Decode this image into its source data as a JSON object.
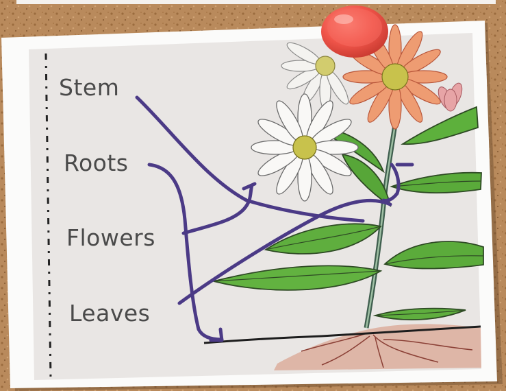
{
  "worksheet": {
    "labels": {
      "stem": "Stem",
      "roots": "Roots",
      "flowers": "Flowers",
      "leaves": "Leaves"
    }
  },
  "colors": {
    "corkboard": "#b98a5c",
    "paper": "#e9e6e4",
    "pushpin": "#f0554a",
    "marker_lines": "#4b3a86",
    "leaf_green": "#5fae3e",
    "flower_orange": "#ee9c72",
    "flower_center": "#c8c24c",
    "roots_fill": "#d9a693"
  },
  "icons": {
    "pin": "pushpin-icon"
  }
}
